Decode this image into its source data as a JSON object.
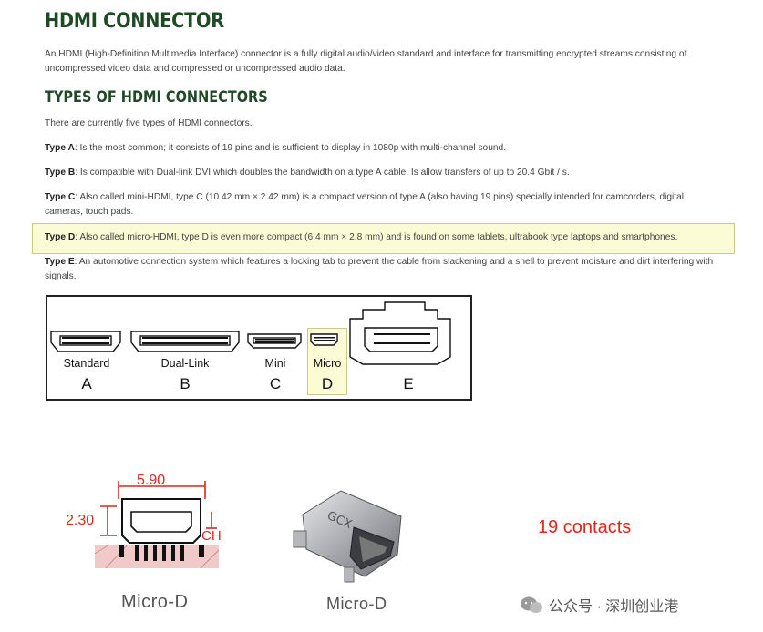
{
  "header": {
    "title": "HDMI CONNECTOR",
    "intro": "An HDMI (High-Definition Multimedia Interface) connector is a fully digital audio/video standard and interface for transmitting encrypted streams consisting of uncompressed video data and compressed or uncompressed audio data."
  },
  "types_section": {
    "title": "TYPES OF HDMI CONNECTORS",
    "lead": "There are currently five types of HDMI connectors.",
    "items": [
      {
        "label": "Type A",
        "text": ": Is the most common; it consists of 19 pins and is sufficient to display in 1080p with multi-channel sound."
      },
      {
        "label": "Type B",
        "text": ": Is compatible with Dual-link DVI which doubles the bandwidth on a type A cable. Is allow transfers of up to 20.4 Gbit / s."
      },
      {
        "label": "Type C",
        "text": ": Also called mini-HDMI, type C (10.42 mm × 2.42 mm) is a compact version of type A (also having 19 pins) specially intended for camcorders, digital cameras, touch pads."
      },
      {
        "label": "Type D",
        "text": ": Also called micro-HDMI, type D is even more compact (6.4 mm × 2.8 mm) and is found on some tablets, ultrabook type laptops and smartphones."
      },
      {
        "label": "Type E",
        "text": ": An automotive connection system which features a locking tab to prevent the cable from slackening and a shell to prevent moisture and dirt interfering with signals."
      }
    ]
  },
  "diagram": {
    "connectors": [
      {
        "name": "Standard",
        "letter": "A"
      },
      {
        "name": "Dual-Link",
        "letter": "B"
      },
      {
        "name": "Mini",
        "letter": "C"
      },
      {
        "name": "Micro",
        "letter": "D"
      },
      {
        "name": "",
        "letter": "E"
      }
    ]
  },
  "micro_d": {
    "width_dim": "5.90",
    "height_dim": "2.30",
    "ch_label": "CH",
    "caption_left": "Micro-D",
    "caption_right": "Micro-D",
    "connector_marking": "GCX",
    "contacts_note": "19 contacts"
  },
  "watermark": {
    "text": "公众号 · 深圳创业港"
  },
  "colors": {
    "heading": "#1f4a25",
    "highlight": "#fbfbd6",
    "contacts": "#e2261e"
  }
}
